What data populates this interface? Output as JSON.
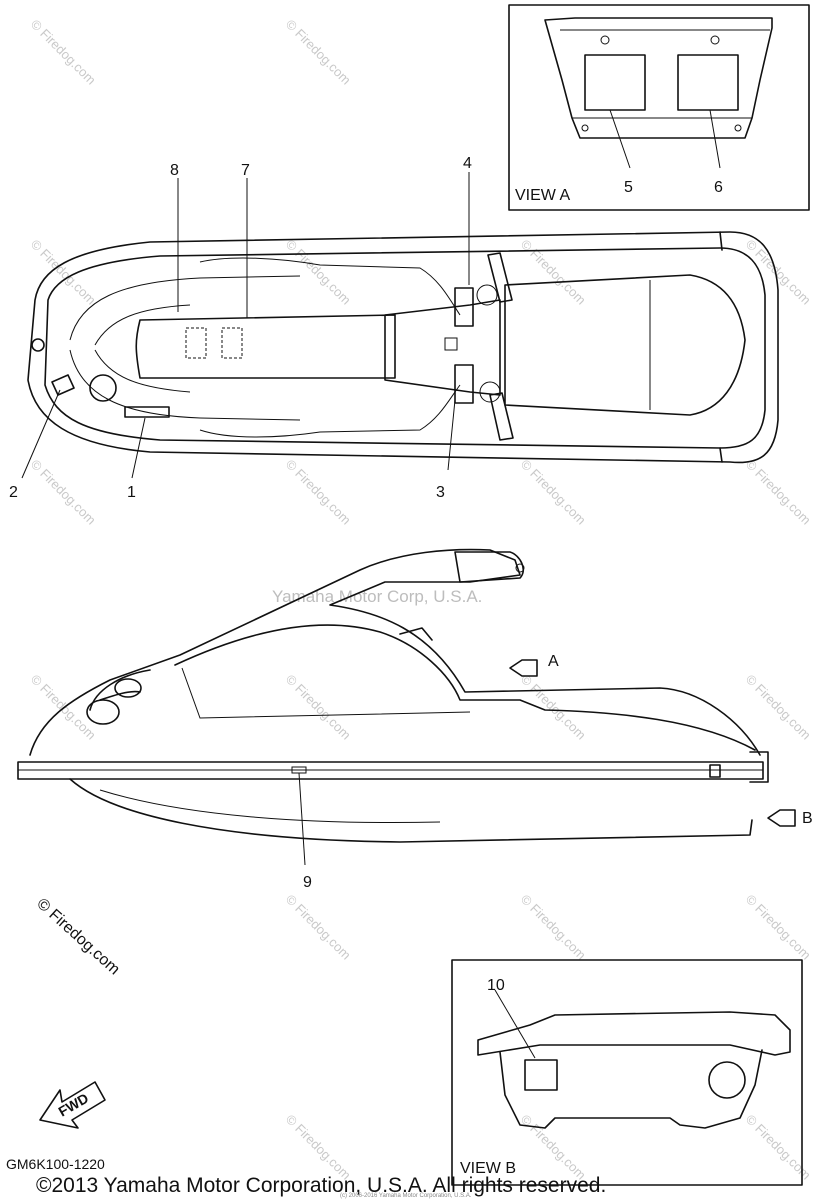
{
  "diagram": {
    "watermark_center": "Yamaha Motor Corp, U.S.A.",
    "watermark_left": "© Firedog.com",
    "watermark_small": "© Firedog.com",
    "view_a_label": "VIEW A",
    "view_b_label": "VIEW B",
    "arrow_a_label": "A",
    "arrow_b_label": "B",
    "fwd_label": "FWD",
    "part_code": "GM6K100-1220",
    "tiny_copyright": "(c) 2006-2016 Yamaha Motor Corporation, U.S.A.",
    "copyright": "©2013 Yamaha Motor Corporation, U.S.A. All rights reserved.",
    "callouts": {
      "c1": "1",
      "c2": "2",
      "c3": "3",
      "c4": "4",
      "c5": "5",
      "c6": "6",
      "c7": "7",
      "c8": "8",
      "c9": "9",
      "c10": "10"
    }
  }
}
